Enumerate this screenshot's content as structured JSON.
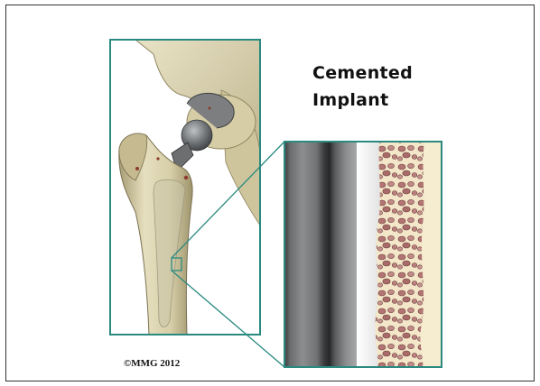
{
  "title": {
    "line1": "Cemented",
    "line2": "Implant"
  },
  "copyright": "©MMG 2012",
  "colors": {
    "frame_teal": "#2a8a80",
    "bone": "#d9d2ae",
    "implant_metal": "#6e7072",
    "cement": "#e8e8e8",
    "trabecular": "#b07a78"
  }
}
